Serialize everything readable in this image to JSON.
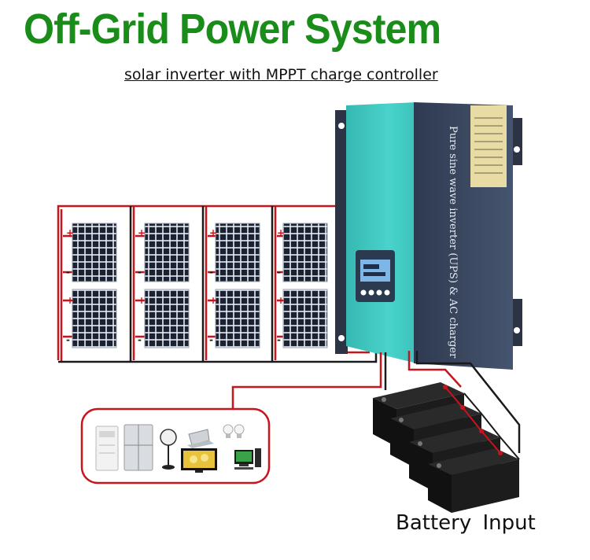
{
  "title": "Off-Grid Power System",
  "subtitle": "solar inverter with MPPT charge controller",
  "inverter": {
    "side_text": "Pure sine wave inverter (UPS) & AC charger",
    "body_color": "#3fc9c2",
    "panel_color": "#3a4860"
  },
  "panels": {
    "plus": "+",
    "minus": "-"
  },
  "battery_label": "Battery  Input",
  "colors": {
    "title": "#1a8c1a",
    "wire_red": "#c8141c",
    "wire_black": "#1a1a1a",
    "solar_cell": "#1b2233"
  },
  "icons": [
    "air-conditioner-icon",
    "refrigerator-icon",
    "fan-icon",
    "laptop-icon",
    "tv-icon",
    "light-bulb-icon",
    "desktop-computer-icon"
  ]
}
